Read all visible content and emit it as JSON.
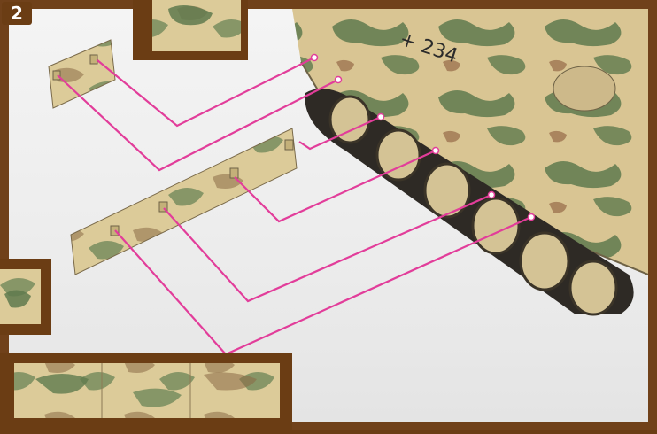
{
  "step": {
    "number": "2"
  },
  "colors": {
    "frame_brown": "#6b3d14",
    "leader_line": "#e23d9a",
    "camo_sand": "#d8c48f",
    "camo_green": "#5f7a4e",
    "camo_brown": "#8a5a3a",
    "background": "#f0f0f0"
  },
  "figure": {
    "subject": "tank-model-side-skirts",
    "parts": [
      "upper-skirt-plate",
      "lower-skirt-plate"
    ],
    "insets": [
      "inset-top-detail",
      "inset-left-detail",
      "inset-bottom-detail"
    ]
  }
}
